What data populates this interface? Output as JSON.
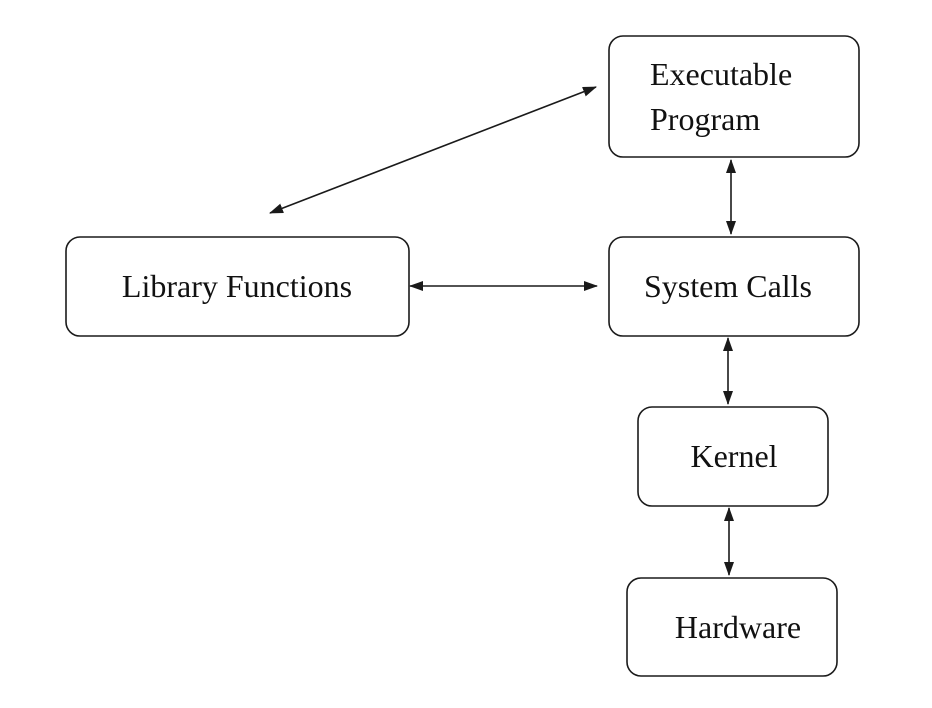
{
  "diagram": {
    "nodes": [
      {
        "id": "executable",
        "lines": [
          "Executable",
          "Program"
        ]
      },
      {
        "id": "library",
        "lines": [
          "Library Functions"
        ]
      },
      {
        "id": "syscalls",
        "lines": [
          "System Calls"
        ]
      },
      {
        "id": "kernel",
        "lines": [
          "Kernel"
        ]
      },
      {
        "id": "hardware",
        "lines": [
          "Hardware"
        ]
      }
    ],
    "edges": [
      {
        "from": "library",
        "to": "executable",
        "direction": "both"
      },
      {
        "from": "executable",
        "to": "syscalls",
        "direction": "both"
      },
      {
        "from": "library",
        "to": "syscalls",
        "direction": "both"
      },
      {
        "from": "syscalls",
        "to": "kernel",
        "direction": "both"
      },
      {
        "from": "kernel",
        "to": "hardware",
        "direction": "both"
      }
    ],
    "colors": {
      "stroke": "#1a1a1a",
      "text": "#111111",
      "background": "#ffffff"
    }
  }
}
